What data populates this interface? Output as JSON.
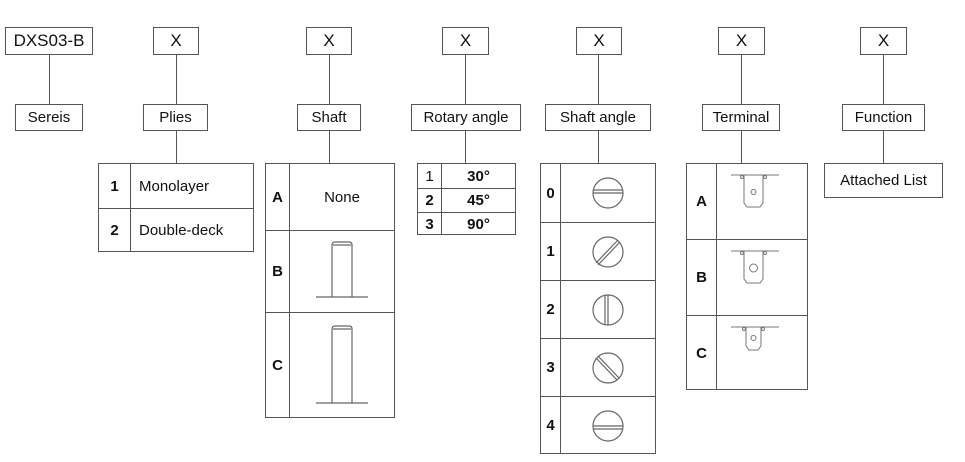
{
  "columns": [
    {
      "code": "DXS03-B",
      "label": "Sereis"
    },
    {
      "code": "X",
      "label": "Plies",
      "options": [
        {
          "key": "1",
          "value": "Monolayer"
        },
        {
          "key": "2",
          "value": "Double-deck"
        }
      ]
    },
    {
      "code": "X",
      "label": "Shaft",
      "options": [
        {
          "key": "A",
          "value": "None"
        },
        {
          "key": "B",
          "icon": "short-shaft-icon"
        },
        {
          "key": "C",
          "icon": "long-shaft-icon"
        }
      ]
    },
    {
      "code": "X",
      "label": "Rotary angle",
      "options": [
        {
          "key": "1",
          "value": "30°"
        },
        {
          "key": "2",
          "value": "45°"
        },
        {
          "key": "3",
          "value": "90°"
        }
      ]
    },
    {
      "code": "X",
      "label": "Shaft angle",
      "options": [
        {
          "key": "0",
          "icon": "slot-horizontal-top-icon"
        },
        {
          "key": "1",
          "icon": "slot-diagonal-right-icon"
        },
        {
          "key": "2",
          "icon": "slot-vertical-icon"
        },
        {
          "key": "3",
          "icon": "slot-diagonal-left-icon"
        },
        {
          "key": "4",
          "icon": "slot-horizontal-bottom-icon"
        }
      ]
    },
    {
      "code": "X",
      "label": "Terminal",
      "options": [
        {
          "key": "A",
          "icon": "terminal-type-a-icon"
        },
        {
          "key": "B",
          "icon": "terminal-type-b-icon"
        },
        {
          "key": "C",
          "icon": "terminal-type-c-icon"
        }
      ]
    },
    {
      "code": "X",
      "label": "Function",
      "note": "Attached List"
    }
  ]
}
